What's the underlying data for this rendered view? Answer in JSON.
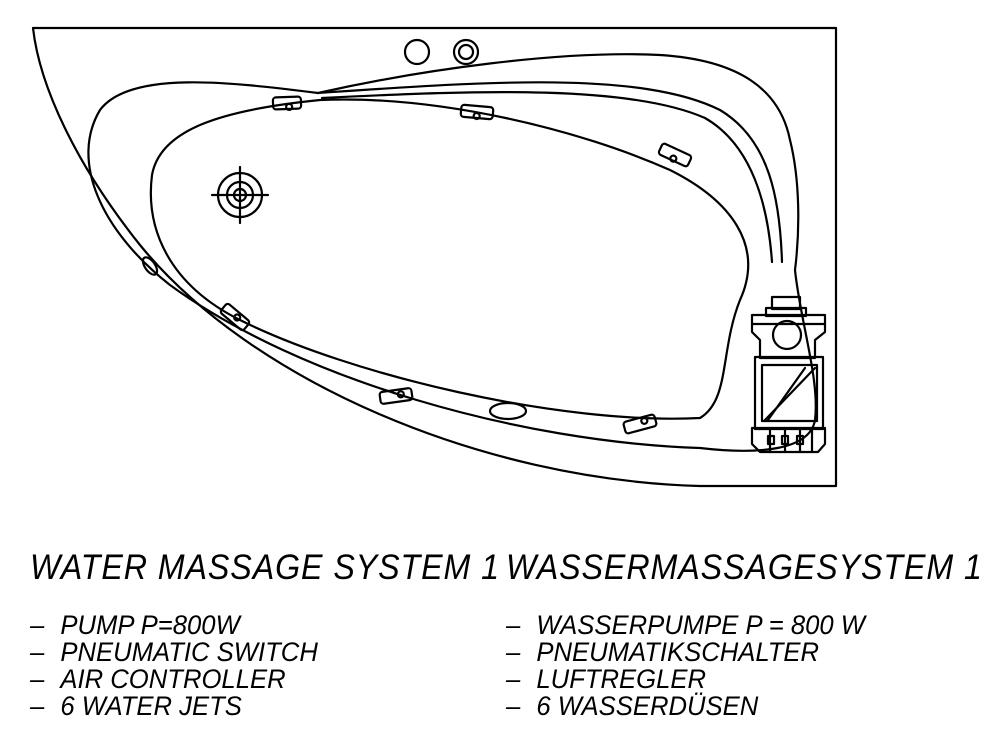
{
  "diagram": {
    "stroke_color": "#000000",
    "background_color": "#ffffff"
  },
  "legend": {
    "english": {
      "title": "WATER MASSAGE SYSTEM 1",
      "items": [
        "PUMP P=800W",
        "PNEUMATIC SWITCH",
        "AIR CONTROLLER",
        "6 WATER JETS"
      ]
    },
    "german": {
      "title": "WASSERMASSAGESYSTEM 1",
      "items": [
        "WASSERPUMPE P = 800 W",
        "PNEUMATIKSCHALTER",
        "LUFTREGLER",
        "6 WASSERDÜSEN"
      ]
    },
    "bullet": "–"
  }
}
